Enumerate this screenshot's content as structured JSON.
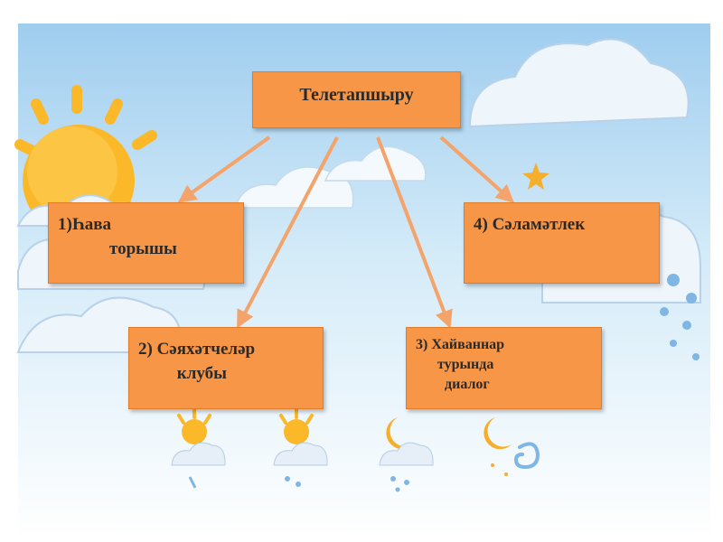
{
  "diagram": {
    "root": {
      "label": "Телетапшыру"
    },
    "nodes": [
      {
        "id": "1",
        "lines": [
          "1)Һава",
          "            торышы"
        ]
      },
      {
        "id": "2",
        "lines": [
          "2) Сәяхәтчеләр",
          "         клубы"
        ]
      },
      {
        "id": "3",
        "lines": [
          "3) Хайваннар",
          "      турында",
          "        диалог"
        ]
      },
      {
        "id": "4",
        "lines": [
          "4) Сәламәтлек"
        ]
      }
    ],
    "edges": [
      [
        "root",
        "1"
      ],
      [
        "root",
        "2"
      ],
      [
        "root",
        "3"
      ],
      [
        "root",
        "4"
      ]
    ]
  },
  "colors": {
    "box_fill": "#f79646",
    "arrow": "#f4a36a",
    "sun": "#fbb829",
    "moon": "#f6ae2d",
    "sky": "#b9dcf2",
    "cloud": "#e8f1f8"
  },
  "decorations": [
    "sun-icon",
    "moon-icon",
    "star-icon",
    "cloud-icon",
    "sun-cloud-icon",
    "moon-cloud-icon",
    "wind-icon"
  ]
}
